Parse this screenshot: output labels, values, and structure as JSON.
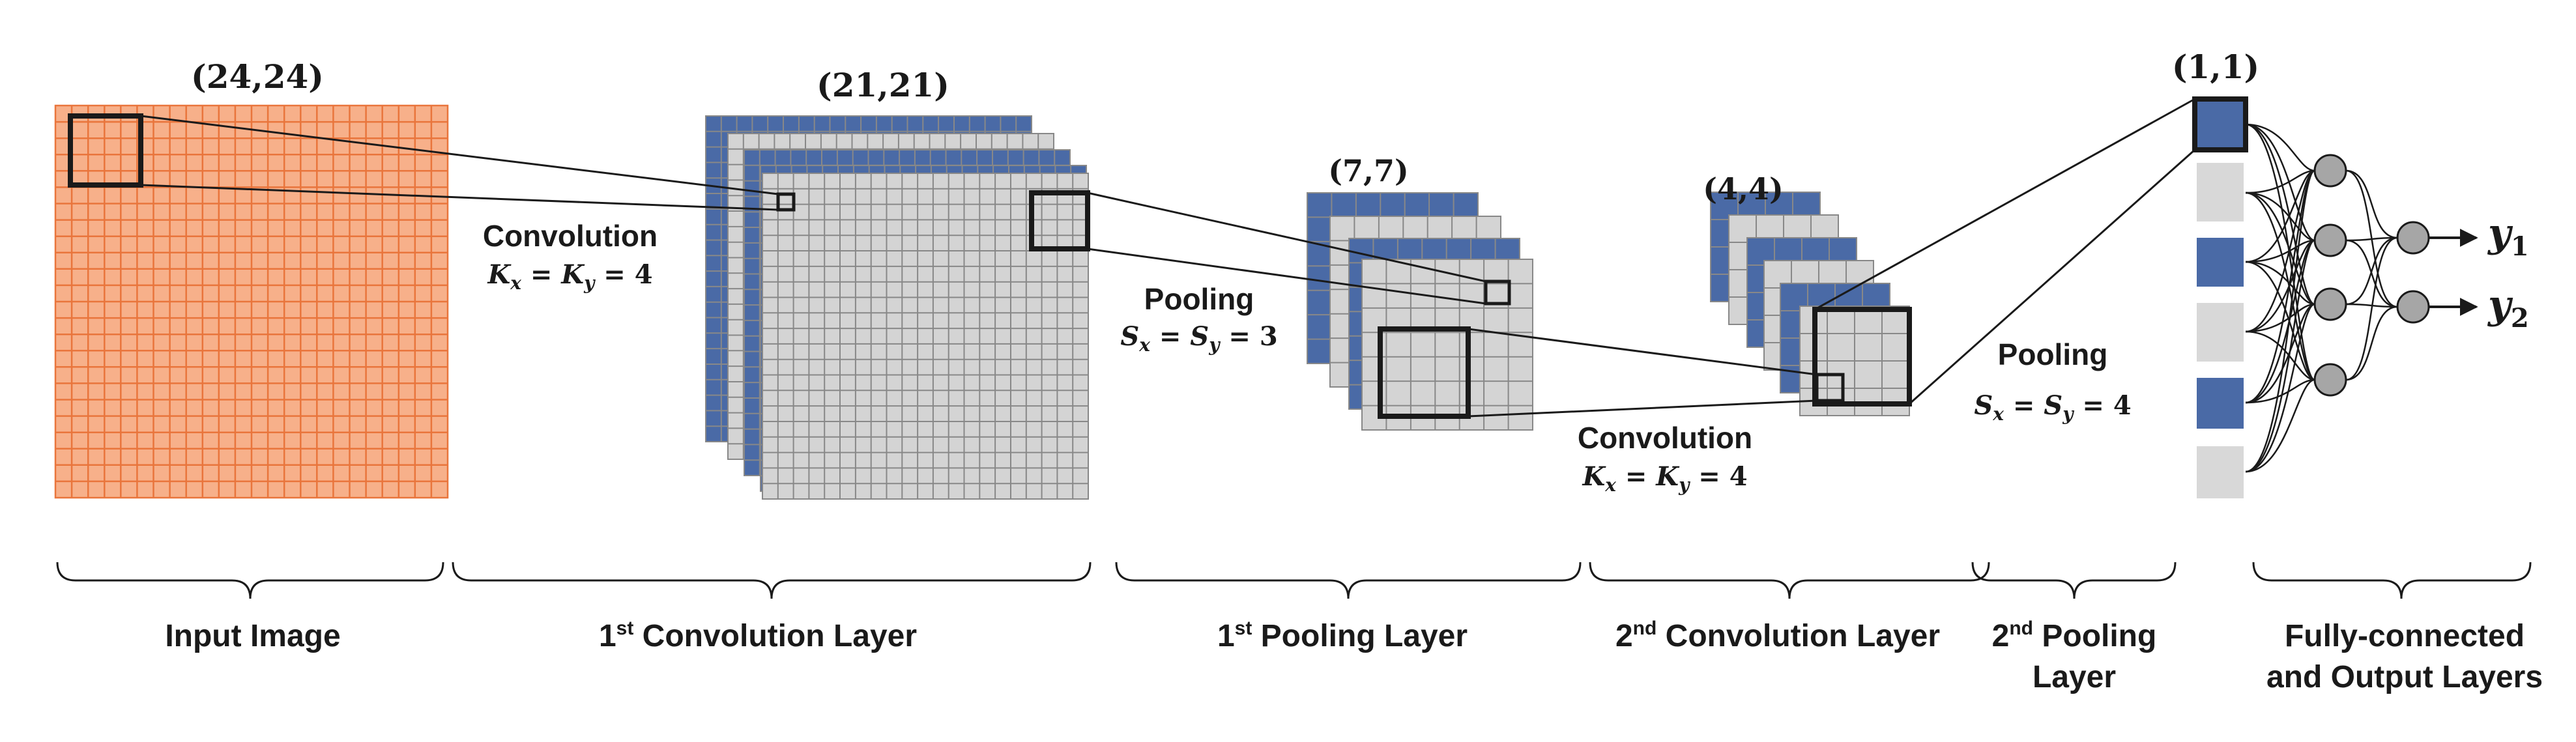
{
  "diagram": {
    "input_image": {
      "dims": "(24,24)"
    },
    "conv1": {
      "dims": "(21,21)",
      "op_label": "Convolution",
      "param_lhs": "K",
      "param_lhs_sub": "x",
      "param_eq": " = ",
      "param_rhs": "K",
      "param_rhs_sub": "y",
      "param_value": " = 4"
    },
    "pool1": {
      "dims": "(7,7)",
      "op_label": "Pooling",
      "param_lhs": "S",
      "param_lhs_sub": "x",
      "param_eq": " = ",
      "param_rhs": "S",
      "param_rhs_sub": "y",
      "param_value": " = 3"
    },
    "conv2": {
      "dims": "(4,4)",
      "op_label": "Convolution",
      "param_lhs": "K",
      "param_lhs_sub": "x",
      "param_eq": " = ",
      "param_rhs": "K",
      "param_rhs_sub": "y",
      "param_value": " = 4"
    },
    "pool2": {
      "dims": "(1,1)",
      "op_label": "Pooling",
      "param_lhs": "S",
      "param_lhs_sub": "x",
      "param_eq": " = ",
      "param_rhs": "S",
      "param_rhs_sub": "y",
      "param_value": " = 4"
    },
    "outputs": [
      {
        "symbol": "y",
        "sub": "1"
      },
      {
        "symbol": "y",
        "sub": "2"
      }
    ],
    "section_labels": {
      "input": "Input Image",
      "conv1": {
        "ordinal": "1",
        "sup": "st",
        "rest": " Convolution Layer"
      },
      "pool1": {
        "ordinal": "1",
        "sup": "st",
        "rest": " Pooling Layer"
      },
      "conv2": {
        "ordinal": "2",
        "sup": "nd",
        "rest": " Convolution Layer"
      },
      "pool2": {
        "ordinal": "2",
        "sup": "nd",
        "rest": " Pooling",
        "line2": "Layer"
      },
      "fc": {
        "line1": "Fully-connected",
        "line2": "and Output Layers"
      }
    }
  },
  "colors": {
    "input_fill": "#f7b08a",
    "input_grid": "#e9753c",
    "feature_blue": "#4a6aa6",
    "feature_gray": "#d4d4d4",
    "grid_line": "#888888",
    "neuron_fill": "#a6a6a6",
    "pool2_gray": "#d8d8d8",
    "ink": "#1a1a1a"
  }
}
